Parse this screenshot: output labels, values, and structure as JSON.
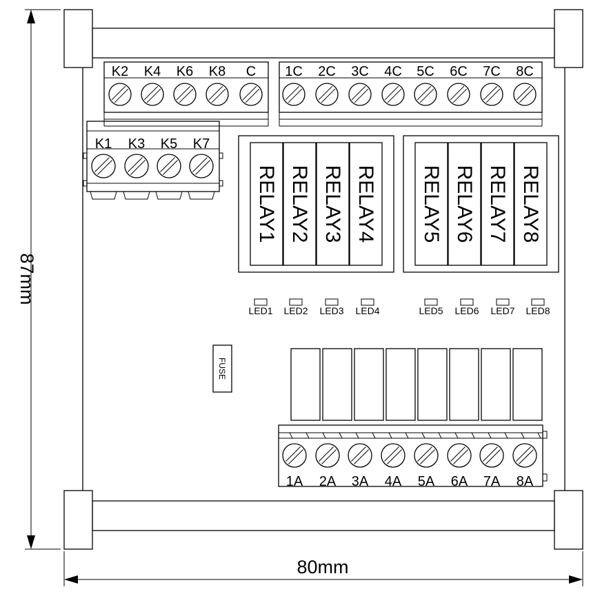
{
  "dimensions": {
    "height": "87mm",
    "width": "80mm"
  },
  "terminal_top_left": [
    "K2",
    "K4",
    "K6",
    "K8",
    "C"
  ],
  "terminal_top_right": [
    "1C",
    "2C",
    "3C",
    "4C",
    "5C",
    "6C",
    "7C",
    "8C"
  ],
  "terminal_side": [
    "K1",
    "K3",
    "K5",
    "K7"
  ],
  "terminal_bottom": [
    "1A",
    "2A",
    "3A",
    "4A",
    "5A",
    "6A",
    "7A",
    "8A"
  ],
  "relays": [
    "RELAY1",
    "RELAY2",
    "RELAY3",
    "RELAY4",
    "RELAY5",
    "RELAY6",
    "RELAY7",
    "RELAY8"
  ],
  "leds": [
    "LED1",
    "LED2",
    "LED3",
    "LED4",
    "LED5",
    "LED6",
    "LED7",
    "LED8"
  ],
  "fuse": "FUSE"
}
